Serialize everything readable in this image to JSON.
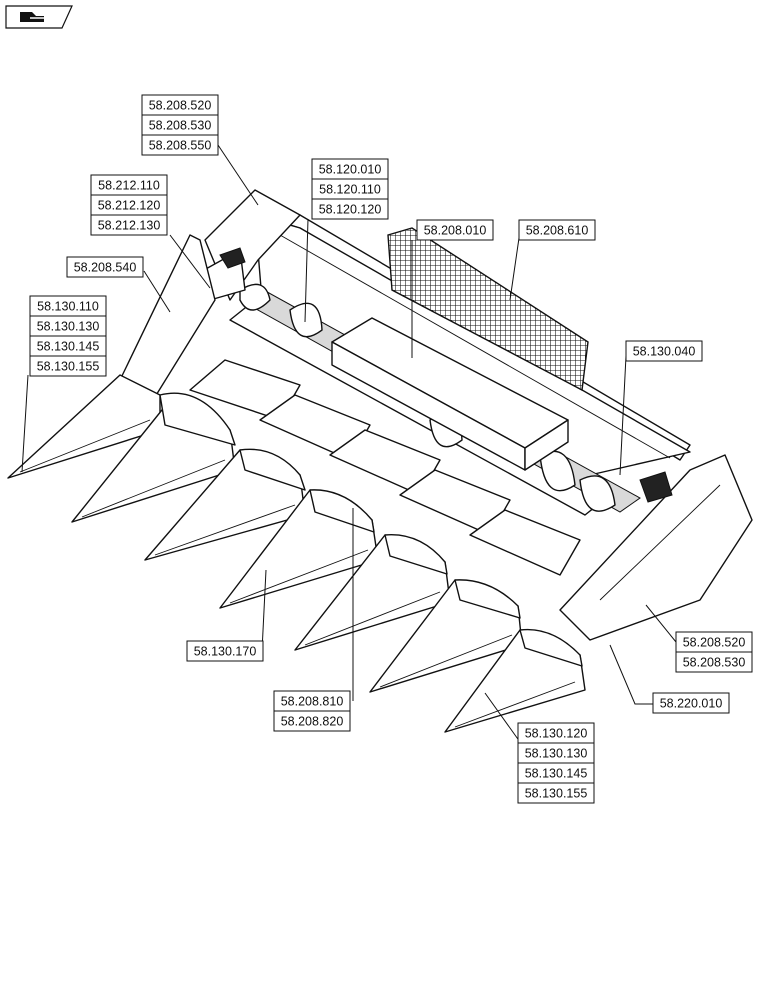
{
  "callouts": [
    {
      "id": "c1",
      "label": "58.208.520"
    },
    {
      "id": "c2",
      "label": "58.208.530"
    },
    {
      "id": "c3",
      "label": "58.208.550"
    },
    {
      "id": "c4",
      "label": "58.120.010"
    },
    {
      "id": "c5",
      "label": "58.120.110"
    },
    {
      "id": "c6",
      "label": "58.120.120"
    },
    {
      "id": "c7",
      "label": "58.212.110"
    },
    {
      "id": "c8",
      "label": "58.212.120"
    },
    {
      "id": "c9",
      "label": "58.212.130"
    },
    {
      "id": "c10",
      "label": "58.208.540"
    },
    {
      "id": "c11",
      "label": "58.130.110"
    },
    {
      "id": "c12",
      "label": "58.130.130"
    },
    {
      "id": "c13",
      "label": "58.130.145"
    },
    {
      "id": "c14",
      "label": "58.130.155"
    },
    {
      "id": "c15",
      "label": "58.208.010"
    },
    {
      "id": "c16",
      "label": "58.208.610"
    },
    {
      "id": "c17",
      "label": "58.130.040"
    },
    {
      "id": "c18",
      "label": "58.208.520"
    },
    {
      "id": "c19",
      "label": "58.208.530"
    },
    {
      "id": "c20",
      "label": "58.220.010"
    },
    {
      "id": "c21",
      "label": "58.130.170"
    },
    {
      "id": "c22",
      "label": "58.208.810"
    },
    {
      "id": "c23",
      "label": "58.208.820"
    },
    {
      "id": "c24",
      "label": "58.130.120"
    },
    {
      "id": "c25",
      "label": "58.130.130"
    },
    {
      "id": "c26",
      "label": "58.130.145"
    },
    {
      "id": "c27",
      "label": "58.130.155"
    }
  ],
  "icons": {
    "nav": "book-arrow-icon"
  }
}
